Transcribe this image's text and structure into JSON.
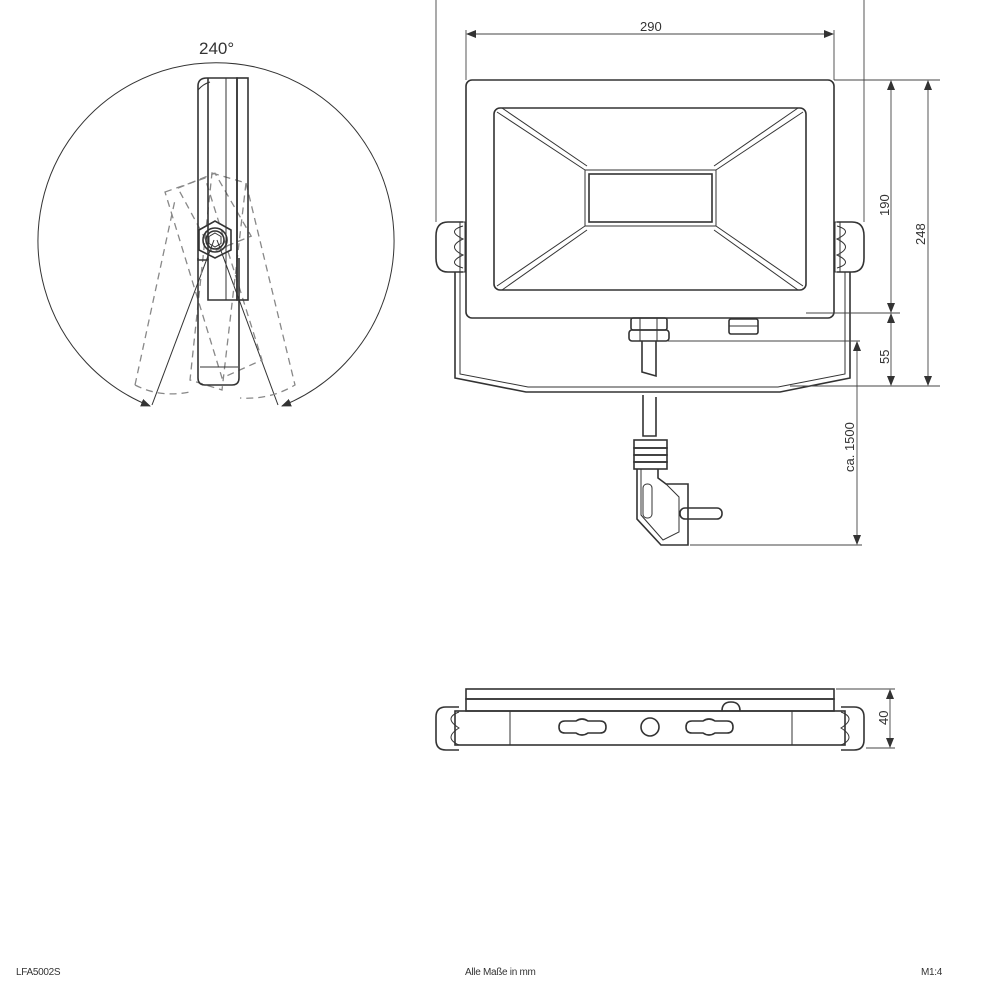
{
  "drawing": {
    "title": "Technical dimension drawing of LED floodlight",
    "side_view": {
      "rotation_angle_label": "240°"
    },
    "front_view": {
      "dimensions": {
        "width_label": "290",
        "height_body_label": "190",
        "height_total_label": "248",
        "bracket_drop_label": "55",
        "cable_length_label": "ca. 1500"
      }
    },
    "bottom_view": {
      "dimensions": {
        "depth_label": "40"
      }
    }
  },
  "footer": {
    "article_number": "LFA5002S",
    "units_note": "Alle Maße in mm",
    "scale": "M1:4"
  }
}
